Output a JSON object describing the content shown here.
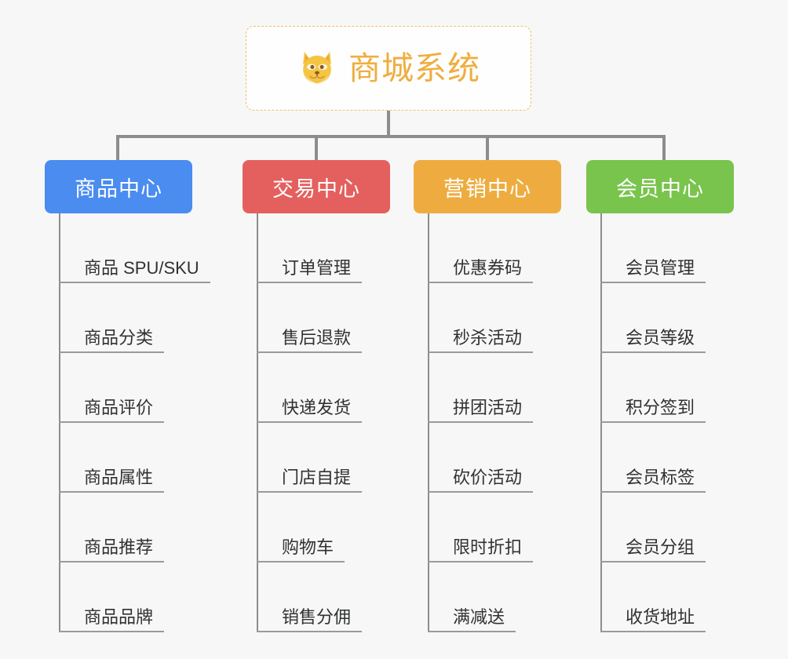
{
  "root": {
    "title": "商城系统",
    "icon": "shiba-dog-face-emoji",
    "text_color": "#f0ad3e",
    "border_color": "#f0c060",
    "background": "#fefefe"
  },
  "canvas": {
    "background": "#f7f7f7",
    "connector_color": "#8d8d8d"
  },
  "branches": [
    {
      "title": "商品中心",
      "color": "#4a8cf0",
      "color_name": "blue",
      "items": [
        "商品 SPU/SKU",
        "商品分类",
        "商品评价",
        "商品属性",
        "商品推荐",
        "商品品牌"
      ]
    },
    {
      "title": "交易中心",
      "color": "#e4605e",
      "color_name": "red",
      "items": [
        "订单管理",
        "售后退款",
        "快递发货",
        "门店自提",
        "购物车",
        "销售分佣"
      ]
    },
    {
      "title": "营销中心",
      "color": "#eeac40",
      "color_name": "orange",
      "items": [
        "优惠券码",
        "秒杀活动",
        "拼团活动",
        "砍价活动",
        "限时折扣",
        "满减送"
      ]
    },
    {
      "title": "会员中心",
      "color": "#79c44d",
      "color_name": "green",
      "items": [
        "会员管理",
        "会员等级",
        "积分签到",
        "会员标签",
        "会员分组",
        "收货地址"
      ]
    }
  ]
}
